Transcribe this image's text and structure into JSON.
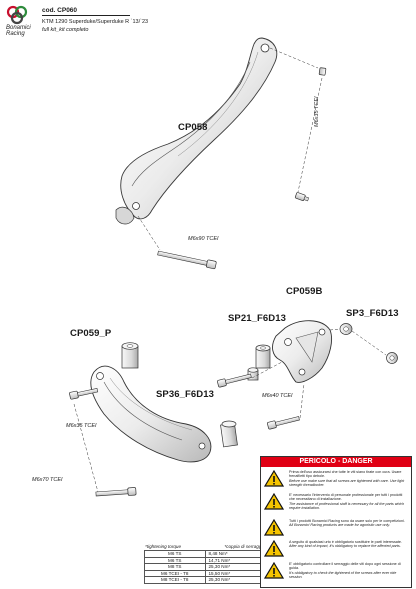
{
  "brand": {
    "name_line1": "Bonamici",
    "name_line2": "Racing"
  },
  "header": {
    "code": "cod. CP060",
    "model": "KTM 1290 Superduke/Superduke R `13/`23",
    "kit": "full kit_kit completo"
  },
  "parts": {
    "cp058": "CP058",
    "cp059b": "CP059B",
    "cp059p": "CP059_P",
    "sp21": "SP21_F6D13",
    "sp3": "SP3_F6D13",
    "sp36": "SP36_F6D13"
  },
  "bolts": {
    "m6x35_top": "M6x35 TCEI",
    "m6x90": "M6x90 TCEI",
    "m6x40": "M6x40 TCEI",
    "m6x35_left": "M6x35 TCEI",
    "m6x70": "M6x70 TCEI"
  },
  "torque": {
    "header_left": "*tightening torque",
    "header_right": "*coppia di serraggio",
    "rows": [
      [
        "M6 TS",
        "8,48 Nm*"
      ],
      [
        "M6 TS",
        "14,71 Nm*"
      ],
      [
        "M8 TS",
        "25,30 Nm*"
      ],
      [
        "M6 TCEI - T8",
        "15,50 Nm*"
      ],
      [
        "M8 TCEI - T8",
        "25,30 Nm*"
      ]
    ]
  },
  "danger": {
    "title": "PERICOLO - DANGER",
    "items": [
      {
        "icon": "warning-icon",
        "it": "Prima dell'uso assicurarsi che tutte le viti siano tirate con cura. Usare frenafiletti tipo debole.",
        "en": "Before use make sure that all screws are tightened with care. Use light strength threadlocker."
      },
      {
        "icon": "warning-icon",
        "it": "E' necessario l'intervento di personale professionale per tutti i prodotti che necessitano di installazione.",
        "en": "The assistance of professional staff is necessary for all the parts which require installation."
      },
      {
        "icon": "warning-icon",
        "it": "Tutti i prodotti Bonamici Racing sono da usare solo per le competizioni.",
        "en": "All Bonamici Racing products are made for agonistic use only."
      },
      {
        "icon": "warning-icon",
        "it": "A seguito di qualsiasi urto è obbligatorio sostituire le parti interessate.",
        "en": "After any kind of impact, it's obbligatory to replace the affected parts."
      },
      {
        "icon": "warning-icon",
        "it": "E' obbligatorio controllare il serraggio delle viti dopo ogni sessione di guida.",
        "en": "It's obbligatory to check the tightened of the screws after ever ride session."
      }
    ]
  },
  "colors": {
    "danger_red": "#e00014",
    "logo_red": "#c8102e",
    "logo_green": "#2e8b3c"
  }
}
